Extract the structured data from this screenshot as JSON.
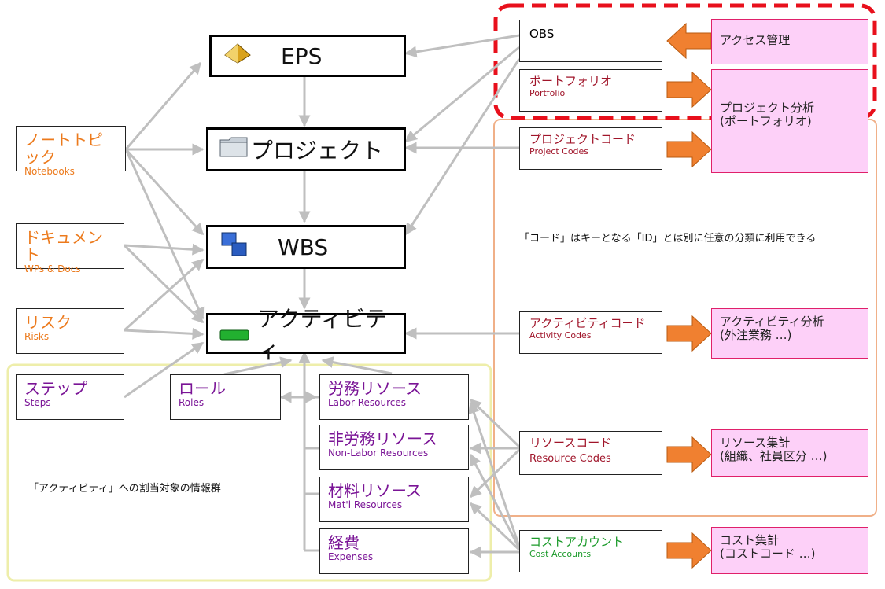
{
  "core": {
    "eps": "EPS",
    "project": "プロジェクト",
    "wbs": "WBS",
    "activity": "アクティビティ"
  },
  "left": {
    "notebooks": {
      "jp": "ノートトピック",
      "en": "Notebooks"
    },
    "docs": {
      "jp": "ドキュメント",
      "en": "WPs & Docs"
    },
    "risks": {
      "jp": "リスク",
      "en": "Risks"
    },
    "steps": {
      "jp": "ステップ",
      "en": "Steps"
    }
  },
  "resources": {
    "roles": {
      "jp": "ロール",
      "en": "Roles"
    },
    "labor": {
      "jp": "労務リソース",
      "en": "Labor Resources"
    },
    "nonlabor": {
      "jp": "非労務リソース",
      "en": "Non-Labor Resources"
    },
    "material": {
      "jp": "材料リソース",
      "en": "Mat'l Resources"
    },
    "expenses": {
      "jp": "経費",
      "en": "Expenses"
    },
    "group_note": "「アクティビティ」への割当対象の情報群"
  },
  "right": {
    "obs": "OBS",
    "portfolio": {
      "jp": "ポートフォリオ",
      "en": "Portfolio"
    },
    "project_codes": {
      "jp": "プロジェクトコード",
      "en": "Project Codes"
    },
    "code_note": "「コード」はキーとなる「ID」とは別に任意の分類に利用できる",
    "activity_codes": {
      "jp": "アクティビティコード",
      "en": "Activity Codes"
    },
    "resource_codes": {
      "jp": "リソースコード",
      "en": "Resource Codes"
    },
    "cost_accounts": {
      "jp": "コストアカウント",
      "en": "Cost Accounts"
    }
  },
  "analysis": {
    "access": "アクセス管理",
    "portfolio_analysis_1": "プロジェクト分析",
    "portfolio_analysis_2": "(ポートフォリオ)",
    "activity_analysis_1": "アクティビティ分析",
    "activity_analysis_2": "(外注業務 …)",
    "resource_sum_1": "リソース集計",
    "resource_sum_2": "(組織、社員区分 …)",
    "cost_sum_1": "コスト集計",
    "cost_sum_2": "(コストコード …)"
  },
  "colors": {
    "orange": "#ec7a1c",
    "purple": "#7a1496",
    "dark_red": "#a0152a",
    "green": "#1b9a2a",
    "pink_fill": "#fdd0f8",
    "arrow_fill": "#f08030",
    "connector_gray": "#bfbfbf",
    "dashed_red": "#e8101c",
    "yellow_border": "#eeeeaa",
    "orange_border": "#f0b088"
  }
}
